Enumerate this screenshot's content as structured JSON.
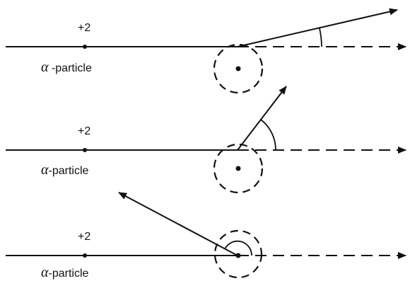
{
  "panels": [
    {
      "charge": "+2",
      "greek": "α",
      "particle": " -particle"
    },
    {
      "charge": "+2",
      "greek": "α",
      "particle": "-particle"
    },
    {
      "charge": "+2",
      "greek": "α",
      "particle": "-particle"
    }
  ]
}
